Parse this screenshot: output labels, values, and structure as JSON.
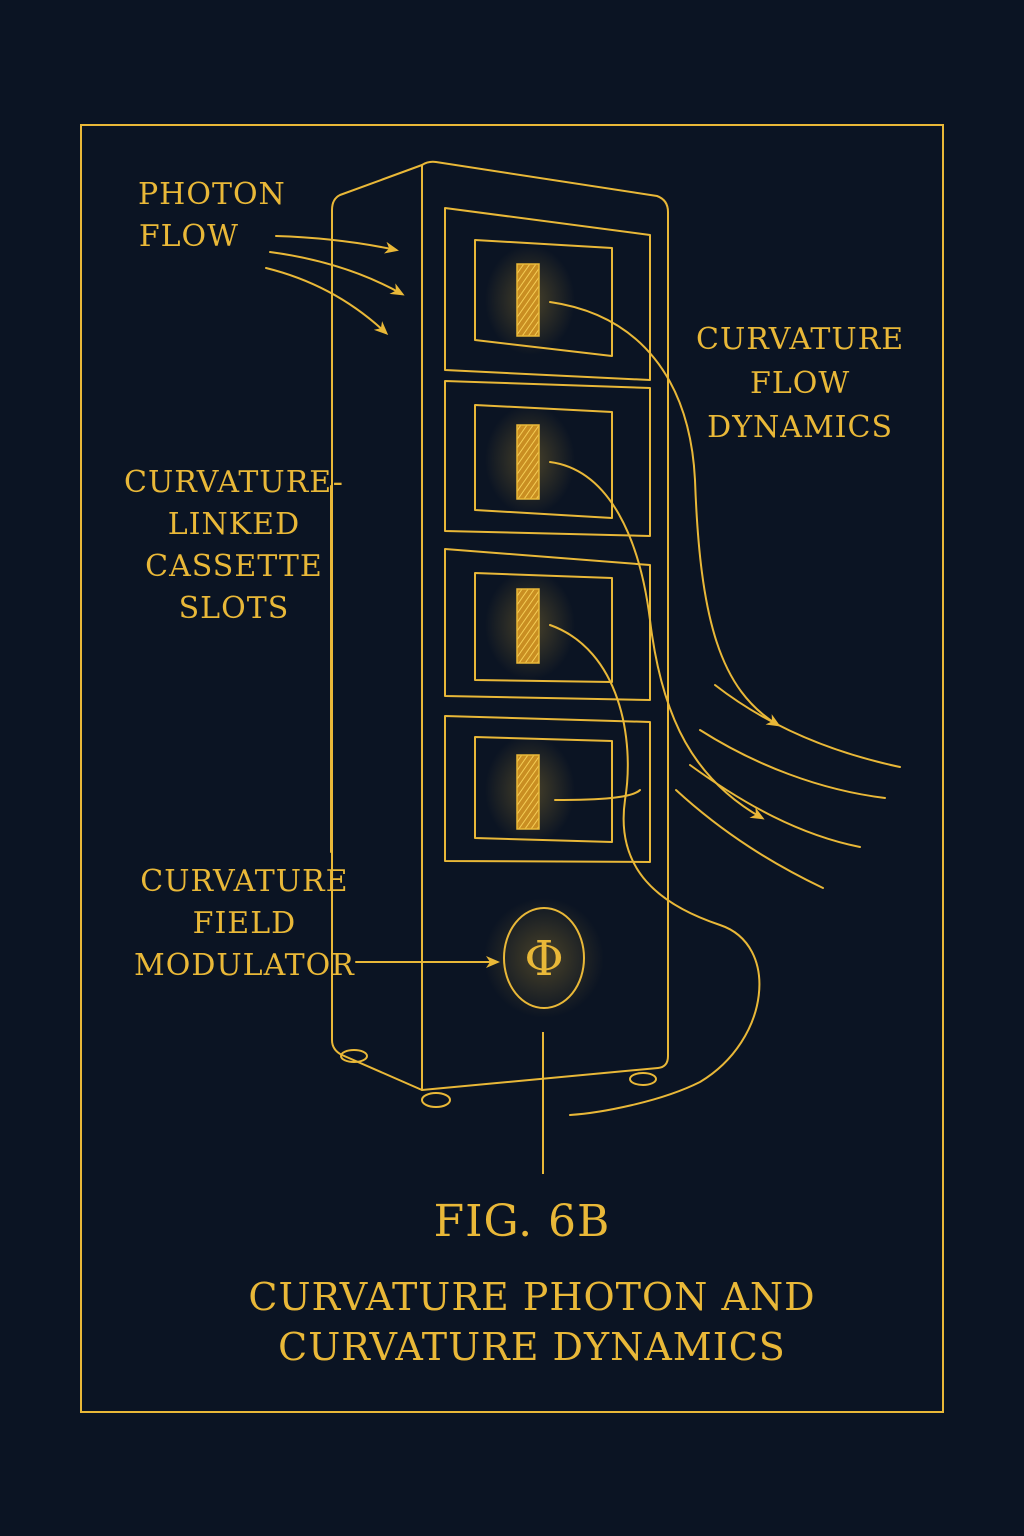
{
  "labels": {
    "photon_flow": [
      "PHOTON",
      "FLOW"
    ],
    "curvature_flow_dynamics": [
      "CURVATURE",
      "FLOW",
      "DYNAMICS"
    ],
    "cassette_slots": [
      "CURVATURE-",
      "LINKED",
      "CASSETTE",
      "SLOTS"
    ],
    "field_modulator": [
      "CURVATURE",
      "FIELD",
      "MODULATOR"
    ],
    "modulator_symbol": "Φ"
  },
  "figure": {
    "title": "FIG. 6B",
    "caption": [
      "CURVATURE PHOTON AND",
      "CURVATURE DYNAMICS"
    ]
  },
  "colors": {
    "background": "#0b1423",
    "line": "#e9b838"
  }
}
